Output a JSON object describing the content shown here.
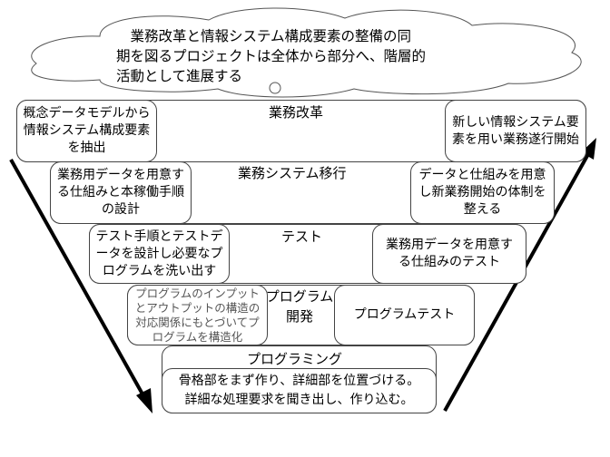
{
  "cloud": {
    "text_lines": [
      "　業務改革と情報システム構成要素の整備の同",
      "期を図るプロジェクトは全体から部分へ、階層的",
      "活動として進展する"
    ]
  },
  "levels": [
    {
      "title": "業務改革",
      "left": "概念データモデルから情報システム構成要素を抽出",
      "right": "新しい情報システム要素を用い業務遂行開始"
    },
    {
      "title": "業務システム移行",
      "left": "業務用データを用意する仕組みと本稼働手順の設計",
      "right": "データと仕組みを用意し新業務開始の体制を整える"
    },
    {
      "title": "テスト",
      "left": "テスト手順とテストデータを設計し必要なプログラムを洗い出す",
      "right": "業務用データを用意する仕組みのテスト"
    },
    {
      "title": "プログラム開発",
      "left": "プログラムのインプットとアウトプットの構造の対応関係にもとづいてプログラムを構造化",
      "right": "プログラムテスト"
    },
    {
      "title": "プログラミング",
      "detail_lines": [
        "骨格部をまず作り、詳細部を位置づける。",
        "詳細な処理要求を聞き出し、作り込む。"
      ]
    }
  ]
}
